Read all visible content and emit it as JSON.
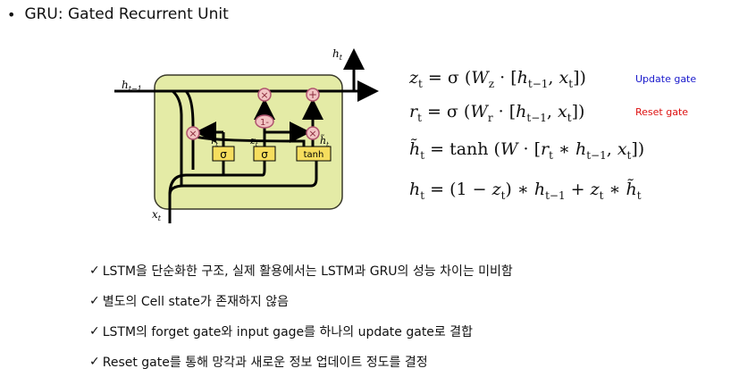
{
  "heading": {
    "bullet": "•",
    "title": "GRU: Gated Recurrent Unit"
  },
  "diagram": {
    "labels": {
      "h_out": "h",
      "h_out_sub": "t",
      "h_prev": "h",
      "h_prev_sub": "t−1",
      "x_in": "x",
      "x_in_sub": "t",
      "r": "r",
      "r_sub": "t",
      "z": "z",
      "z_sub": "t",
      "h_tilde": "h̃",
      "h_tilde_sub": "t",
      "one_minus": "1-",
      "sigma_1": "σ",
      "sigma_2": "σ",
      "tanh": "tanh",
      "mult": "×",
      "plus": "+"
    },
    "colors": {
      "cell_fill": "#e4eba6",
      "cell_border": "#3a3a2a",
      "gate_fill": "#f6de5e",
      "op_fill": "#f2c3c3",
      "op_border": "#b0546e"
    }
  },
  "equations": {
    "update_gate_label": "Update gate",
    "reset_gate_label": "Reset gate",
    "update_color": "#1a1acc",
    "reset_color": "#dd1111"
  },
  "checklist": {
    "mark": "✓",
    "items": [
      "LSTM을 단순화한 구조, 실제 활용에서는 LSTM과 GRU의 성능 차이는 미비함",
      "별도의 Cell state가 존재하지 않음",
      "LSTM의 forget gate와 input gage를 하나의 update gate로 결합",
      "Reset gate를 통해 망각과 새로운 정보 업데이트 정도를 결정"
    ]
  }
}
